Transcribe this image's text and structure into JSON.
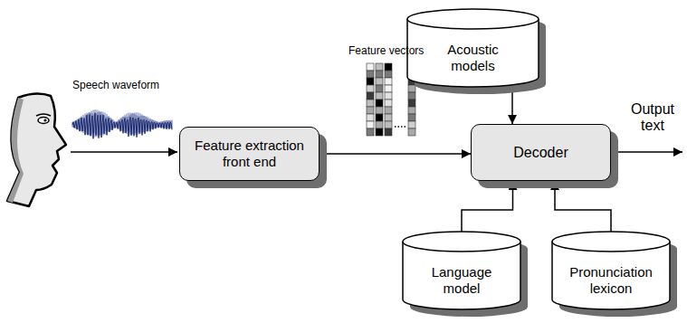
{
  "diagram": {
    "nodes": [
      {
        "text": [
          "Feature extraction front end"
        ]
      },
      {
        "text": [
          "Acoustic models"
        ]
      },
      {
        "text": [
          "Decoder"
        ]
      },
      {
        "text": [
          "Language model"
        ]
      },
      {
        "text": [
          "Pronunciation lexicon"
        ]
      }
    ],
    "edges": [
      {
        "from": 0,
        "to": 2,
        "arrow": "to"
      },
      {
        "from": 1,
        "to": 2,
        "arrow": "to"
      },
      {
        "from": 3,
        "to": 2,
        "arrow": "to"
      },
      {
        "from": 4,
        "to": 2,
        "arrow": "to"
      }
    ],
    "labels": [
      "Speech waveform",
      "Feature vectors",
      "Output text"
    ]
  }
}
